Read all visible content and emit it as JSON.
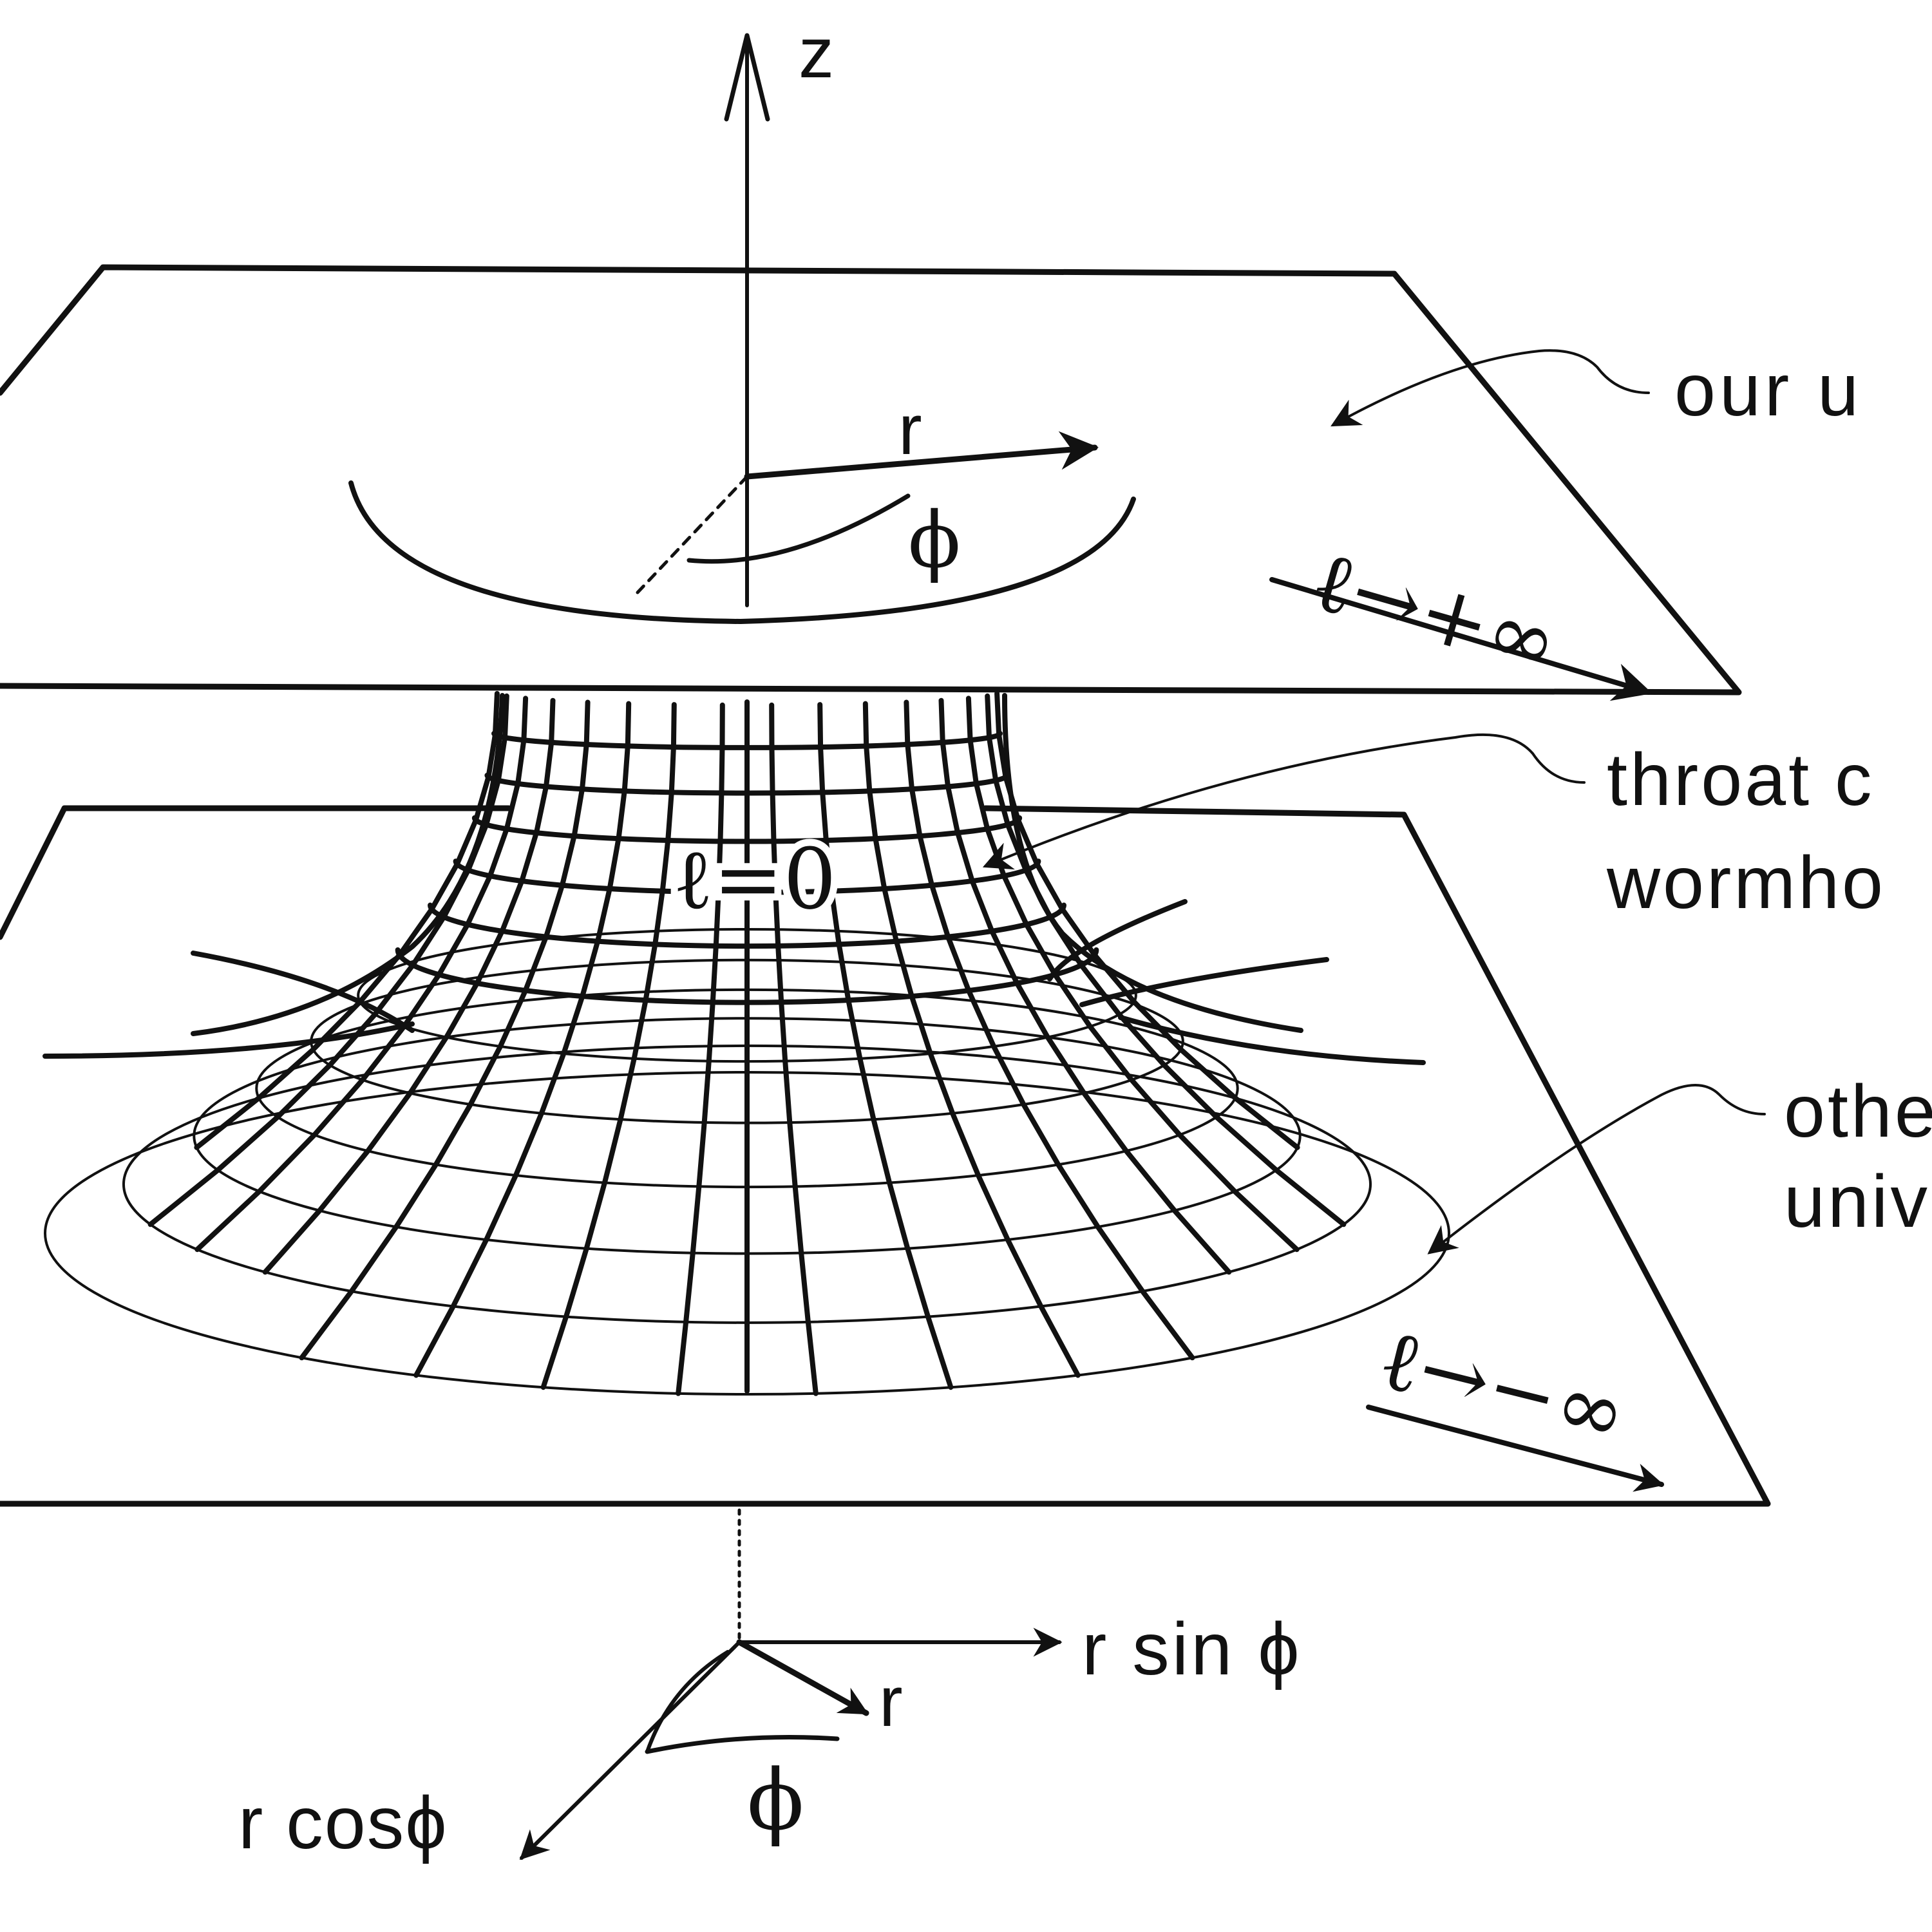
{
  "axis": {
    "z_label": "z"
  },
  "labels": {
    "our_universe": "our u",
    "throat_line1": "throat c",
    "throat_line2": "wormho",
    "other_universe_line1": "othe",
    "other_universe_line2": "univ",
    "throat_l": "ℓ=0"
  },
  "upper_plane": {
    "r_label": "r",
    "phi_label": "ϕ",
    "limit_label": "ℓ→+∞"
  },
  "lower_plane": {
    "limit_label": "ℓ→−∞"
  },
  "coords": {
    "r_sin_phi": "r sin ϕ",
    "r_cos_phi": "r cosϕ",
    "r_label": "r",
    "phi_label": "ϕ"
  }
}
